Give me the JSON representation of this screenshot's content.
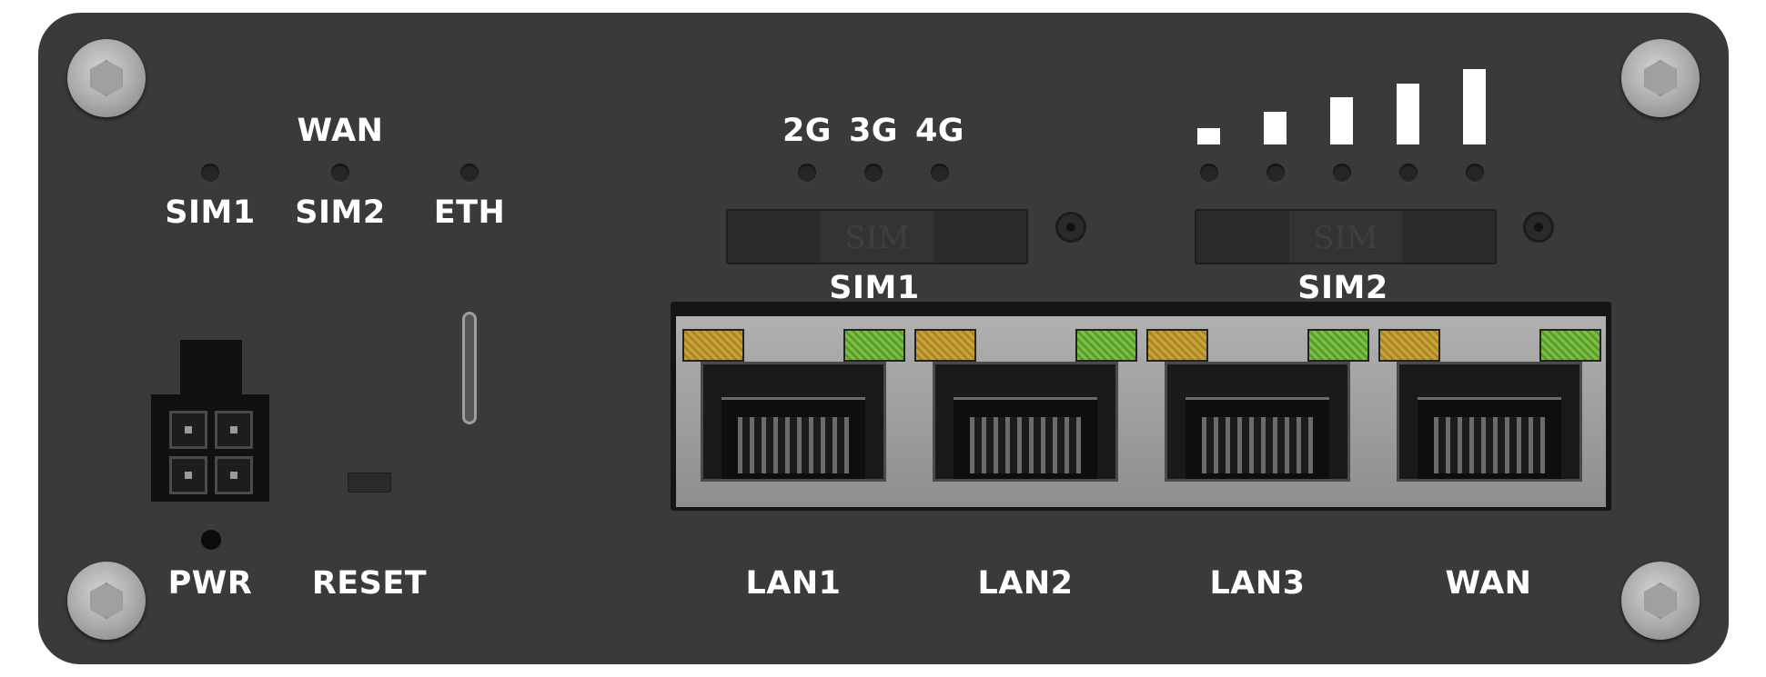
{
  "device": {
    "panel_color": "#3a3a3c",
    "led_labels": {
      "wan": "WAN",
      "sim1": "SIM1",
      "sim2": "SIM2",
      "eth": "ETH",
      "g2": "2G",
      "g3": "3G",
      "g4": "4G"
    },
    "slot_labels": {
      "sim1": "SIM1",
      "sim2": "SIM2",
      "slot_print": "SIM"
    },
    "bottom_labels": {
      "pwr": "PWR",
      "reset": "RESET",
      "lan1": "LAN1",
      "lan2": "LAN2",
      "lan3": "LAN3",
      "wan": "WAN"
    },
    "port_led_colors": {
      "yellow": "#c9a23a",
      "green": "#7ac143"
    },
    "signal_bars": 5
  }
}
